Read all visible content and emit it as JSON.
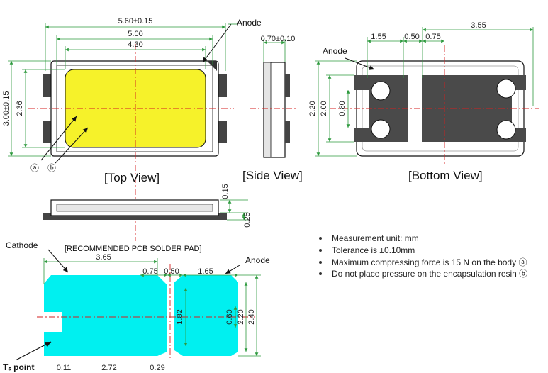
{
  "views": {
    "top": "[Top View]",
    "side": "[Side View]",
    "bottom": "[Bottom View]",
    "pcb_title": "[RECOMMENDED PCB SOLDER PAD]"
  },
  "labels": {
    "anode_top": "Anode",
    "anode_bottom": "Anode",
    "anode_pcb": "Anode",
    "cathode": "Cathode",
    "ts_point": "Tₛ point",
    "marker_a": "ⓐ",
    "marker_b": "ⓑ"
  },
  "dims": {
    "top_width_total": "5.60±0.15",
    "top_width_mid": "5.00",
    "top_width_inner": "4.30",
    "top_height_total": "3.00±0.15",
    "top_height_inner": "2.36",
    "side_thickness": "0.70±0.10",
    "bottom_1": "1.55",
    "bottom_2": "0.50",
    "bottom_3": "0.75",
    "bottom_4": "3.55",
    "bottom_h1": "2.20",
    "bottom_h2": "2.00",
    "bottom_h3": "0.80",
    "front_1": "0.15",
    "front_2": "0.25",
    "pcb_w1": "3.65",
    "pcb_w2": "0.75",
    "pcb_w3": "0.50",
    "pcb_w4": "1.65",
    "pcb_h1": "1.82",
    "pcb_h2": "0.60",
    "pcb_h3": "2.20",
    "pcb_h4": "2.40",
    "pcb_b1": "0.11",
    "pcb_b2": "2.72",
    "pcb_b3": "0.29"
  },
  "notes": [
    "Measurement unit:    mm",
    "Tolerance is  ±0.10mm",
    "Maximum compressing force is 15 N on the body  ⓐ",
    "Do not place pressure on the encapsulation resin  ⓑ"
  ],
  "colors": {
    "lens": "#f6f22a",
    "pad": "#00f0f0",
    "bottom_pad": "#4a4a4a",
    "dim_line": "#2e9a3e",
    "center_line": "#d42020"
  }
}
